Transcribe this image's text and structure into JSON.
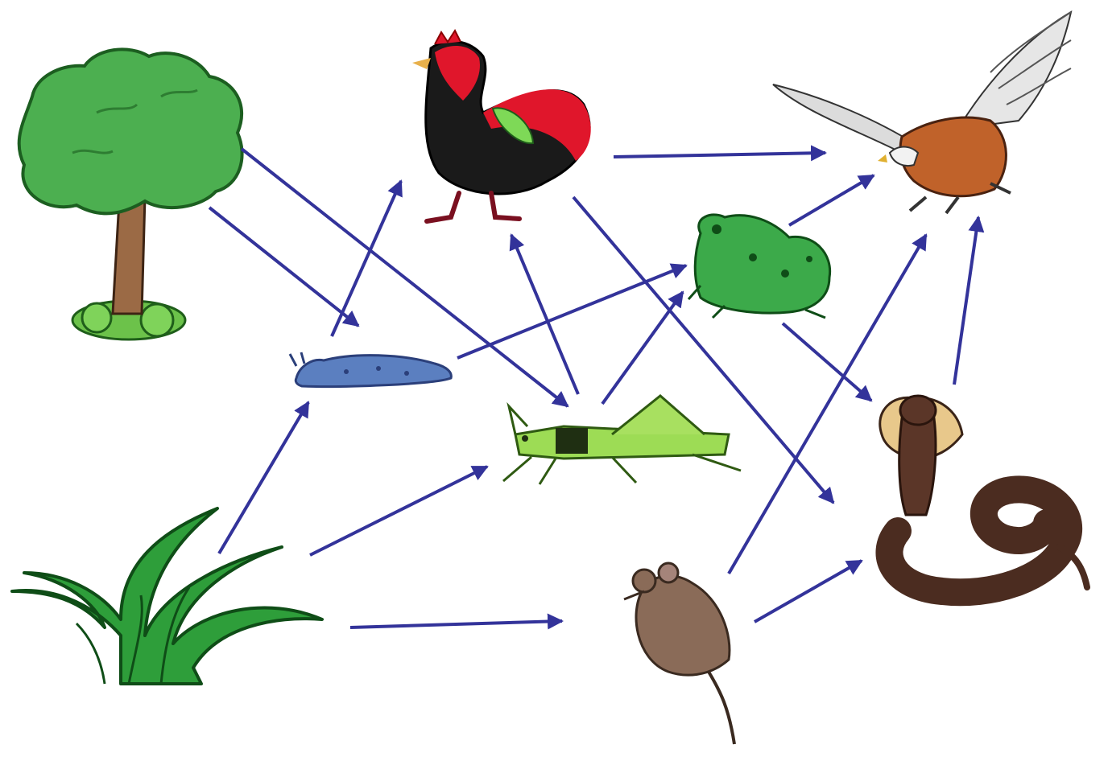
{
  "diagram": {
    "type": "food-web",
    "arrow_color": "#33339a",
    "organisms": [
      {
        "id": "tree",
        "icon": "tree-icon"
      },
      {
        "id": "grass",
        "icon": "grass-icon"
      },
      {
        "id": "slug",
        "icon": "slug-icon"
      },
      {
        "id": "grasshopper",
        "icon": "grasshopper-icon"
      },
      {
        "id": "mouse",
        "icon": "mouse-icon"
      },
      {
        "id": "rooster",
        "icon": "rooster-icon"
      },
      {
        "id": "frog",
        "icon": "frog-icon"
      },
      {
        "id": "snake",
        "icon": "cobra-icon"
      },
      {
        "id": "eagle",
        "icon": "eagle-icon"
      }
    ],
    "links": [
      {
        "from": "tree",
        "to": "slug"
      },
      {
        "from": "tree",
        "to": "grasshopper"
      },
      {
        "from": "grass",
        "to": "slug"
      },
      {
        "from": "grass",
        "to": "grasshopper"
      },
      {
        "from": "grass",
        "to": "mouse"
      },
      {
        "from": "slug",
        "to": "rooster"
      },
      {
        "from": "slug",
        "to": "frog"
      },
      {
        "from": "grasshopper",
        "to": "rooster"
      },
      {
        "from": "grasshopper",
        "to": "frog"
      },
      {
        "from": "rooster",
        "to": "eagle"
      },
      {
        "from": "rooster",
        "to": "snake"
      },
      {
        "from": "frog",
        "to": "eagle"
      },
      {
        "from": "frog",
        "to": "snake"
      },
      {
        "from": "mouse",
        "to": "eagle"
      },
      {
        "from": "mouse",
        "to": "snake"
      },
      {
        "from": "snake",
        "to": "eagle"
      }
    ]
  }
}
